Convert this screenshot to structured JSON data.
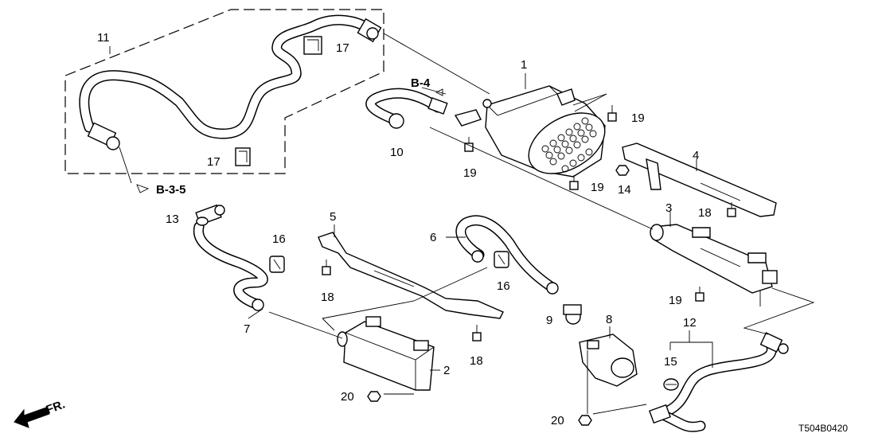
{
  "diagram": {
    "callouts": {
      "n1": "1",
      "n2": "2",
      "n3": "3",
      "n4": "4",
      "n5": "5",
      "n6": "6",
      "n7": "7",
      "n8": "8",
      "n9": "9",
      "n10": "10",
      "n11": "11",
      "n12": "12",
      "n13": "13",
      "n14": "14",
      "n15": "15",
      "n16a": "16",
      "n16b": "16",
      "n17a": "17",
      "n17b": "17",
      "n18a": "18",
      "n18b": "18",
      "n18c": "18",
      "n19a": "19",
      "n19b": "19",
      "n19c": "19",
      "n19d": "19",
      "n20a": "20",
      "n20b": "20"
    },
    "references": {
      "b4": "B-4",
      "b35": "B-3-5"
    },
    "direction_label": "FR.",
    "diagram_code": "T504B0420"
  }
}
